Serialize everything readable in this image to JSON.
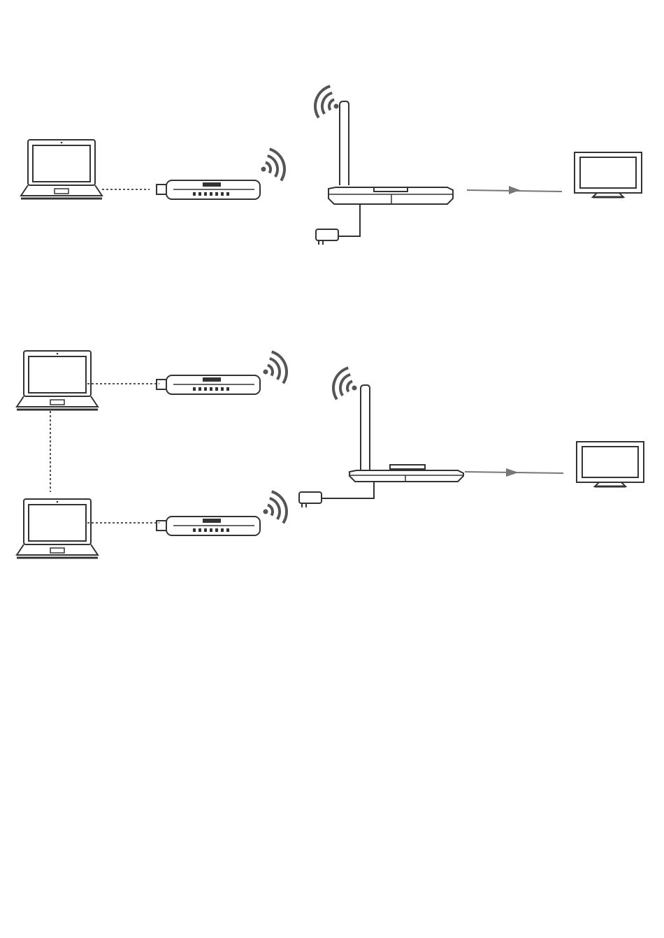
{
  "diagram": {
    "scenarios": [
      {
        "id": "single-laptop",
        "laptops": 1,
        "dongles": 1,
        "connection": "dongle-to-receiver-to-tv"
      },
      {
        "id": "dual-laptop",
        "laptops": 2,
        "dongles": 2,
        "connection": "dongles-to-receiver-to-tv"
      }
    ],
    "colors": {
      "stroke": "#333333",
      "wifi": "#555555",
      "link": "#777777",
      "background": "#ffffff"
    },
    "icons": [
      "laptop-icon",
      "dongle-icon",
      "wifi-icon",
      "receiver-icon",
      "antenna-icon",
      "power-adapter-icon",
      "arrow-icon",
      "tv-icon"
    ]
  }
}
